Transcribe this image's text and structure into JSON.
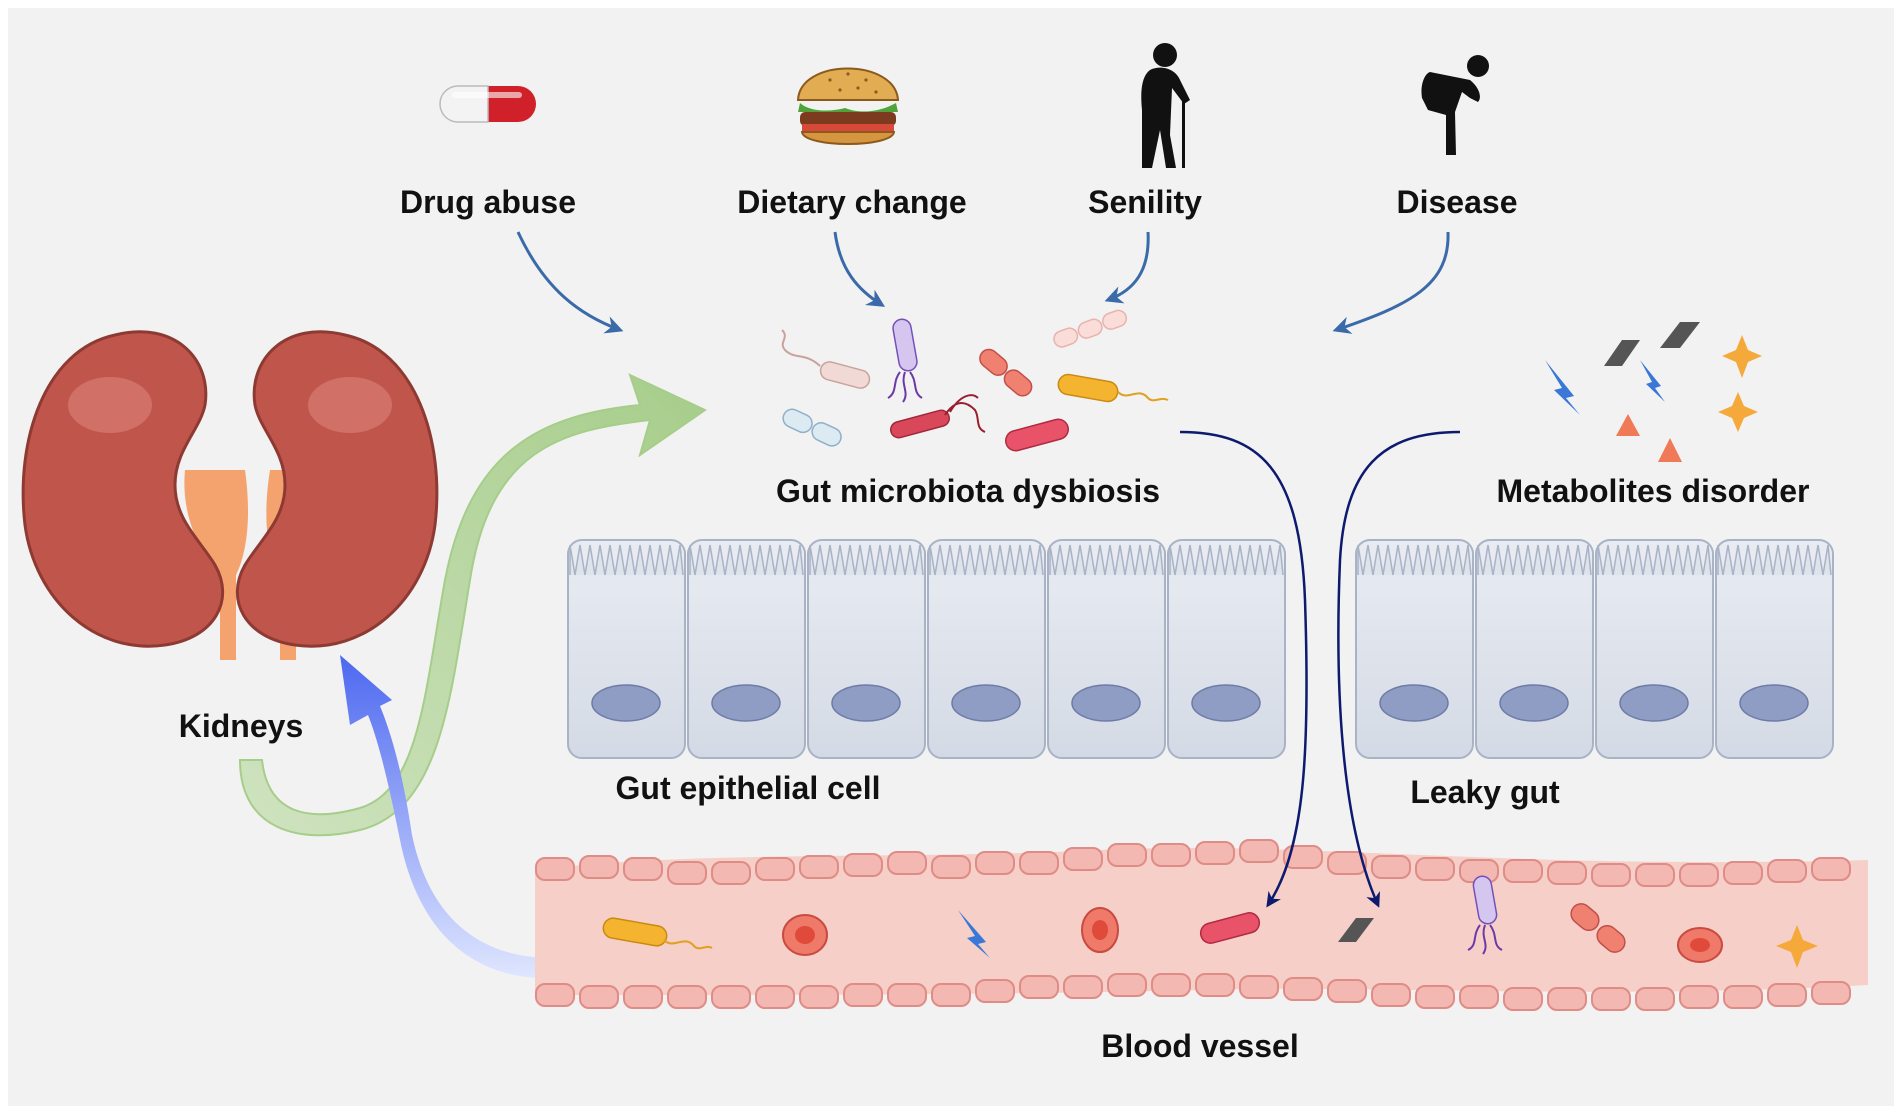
{
  "labels": {
    "drug_abuse": "Drug abuse",
    "dietary_change": "Dietary change",
    "senility": "Senility",
    "disease": "Disease",
    "gut_microbiota_dysbiosis": "Gut microbiota dysbiosis",
    "metabolites_disorder": "Metabolites disorder",
    "kidneys": "Kidneys",
    "gut_epithelial_cell": "Gut epithelial cell",
    "leaky_gut": "Leaky gut",
    "blood_vessel": "Blood vessel"
  },
  "colors": {
    "background": "#f2f2f2",
    "kidney": "#c0554c",
    "ureter": "#f5a36e",
    "cause_arrow": "#3a6aa8",
    "translocation_arrow": "#0d1a6e",
    "green_arrow": "#a9cf8f",
    "blue_arrow": "#5470ee",
    "cell": "#dde2ea",
    "nucleus": "#8f9dc4",
    "vessel": "#f6cfc8",
    "vessel_cell": "#f0a8a4"
  },
  "icons": [
    "pill-icon",
    "burger-icon",
    "elderly-person-icon",
    "sick-person-icon"
  ]
}
